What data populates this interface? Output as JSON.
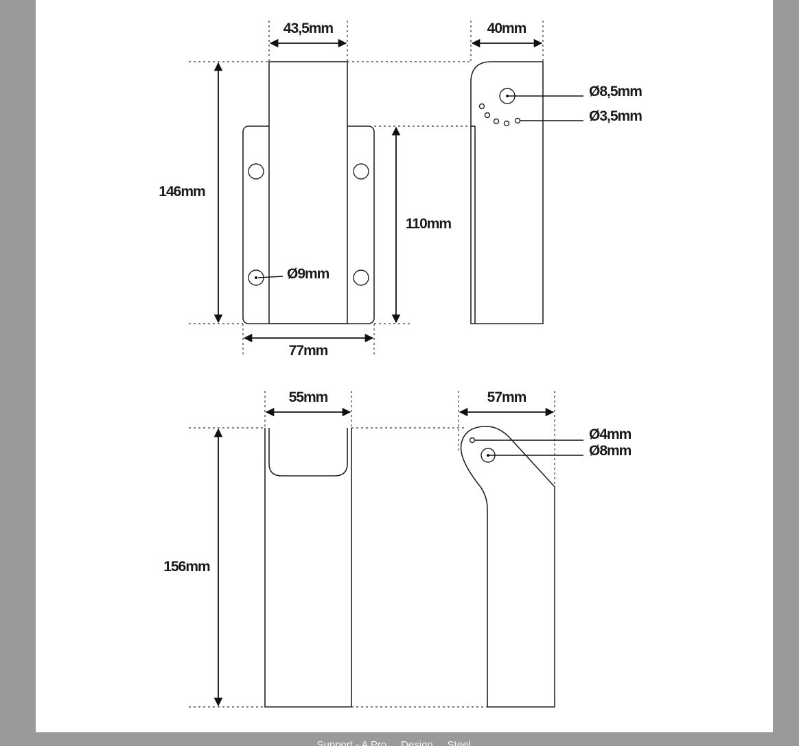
{
  "drawing": {
    "top_front": {
      "width_label": "43,5mm",
      "height_label": "146mm",
      "plate_height_label": "110mm",
      "plate_width_label": "77mm",
      "hole_label": "Ø9mm"
    },
    "top_side": {
      "width_label": "40mm",
      "large_hole_label": "Ø8,5mm",
      "small_holes_label": "Ø3,5mm"
    },
    "bottom_front": {
      "width_label": "55mm",
      "height_label": "156mm"
    },
    "bottom_side": {
      "width_label": "57mm",
      "small_hole_label": "Ø4mm",
      "large_hole_label": "Ø8mm"
    }
  },
  "footer": {
    "caption": "Support - A Pro ... Design ... Steel ..."
  },
  "colors": {
    "viewer_background": "#9a9a9a",
    "sheet": "#ffffff",
    "ink": "#222222"
  }
}
